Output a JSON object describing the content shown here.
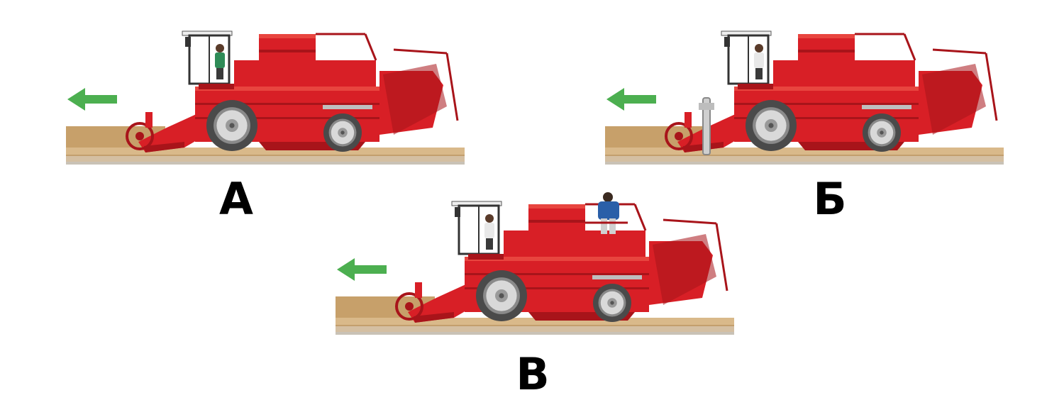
{
  "panels": [
    {
      "id": "a",
      "label": "А",
      "variant": "driver-only"
    },
    {
      "id": "b",
      "label": "Б",
      "variant": "driver-with-attachment"
    },
    {
      "id": "c",
      "label": "В",
      "variant": "driver-and-worker-on-top"
    }
  ],
  "colors": {
    "combine_body": "#d81f26",
    "combine_dark": "#a8141a",
    "combine_light": "#e8453f",
    "tire": "#4a4a4a",
    "hub": "#d9d9d9",
    "arrow": "#4caf50",
    "ground": "#d9b98a",
    "ground_dark": "#b08a55",
    "wheat": "#c7a06a"
  },
  "icons": {
    "direction": "arrow-left-icon"
  }
}
